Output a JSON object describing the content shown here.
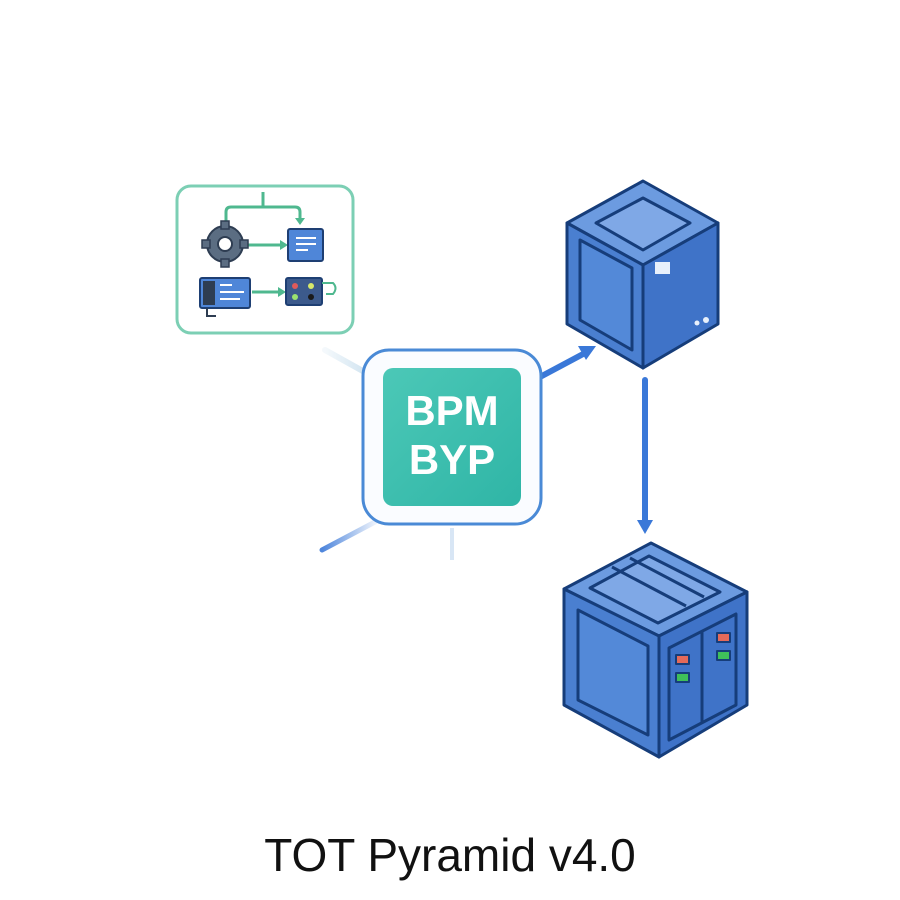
{
  "title": "TOT Pyramid v4.0",
  "hub": {
    "line1": "BPM",
    "line2": "BYP",
    "color": "#3cbfae"
  },
  "nodes": [
    {
      "id": "workflow-panel",
      "kind": "process-flow",
      "icons": [
        "gear-icon",
        "document-icon",
        "terminal-icon",
        "control-panel-icon"
      ]
    },
    {
      "id": "server-top",
      "kind": "server-cube"
    },
    {
      "id": "server-bottom",
      "kind": "server-rack-cube"
    }
  ],
  "colors": {
    "accent_teal": "#4fc3a1",
    "server_blue": "#3f73c8",
    "server_dark": "#163d7a",
    "connector": "#3a78d8"
  }
}
